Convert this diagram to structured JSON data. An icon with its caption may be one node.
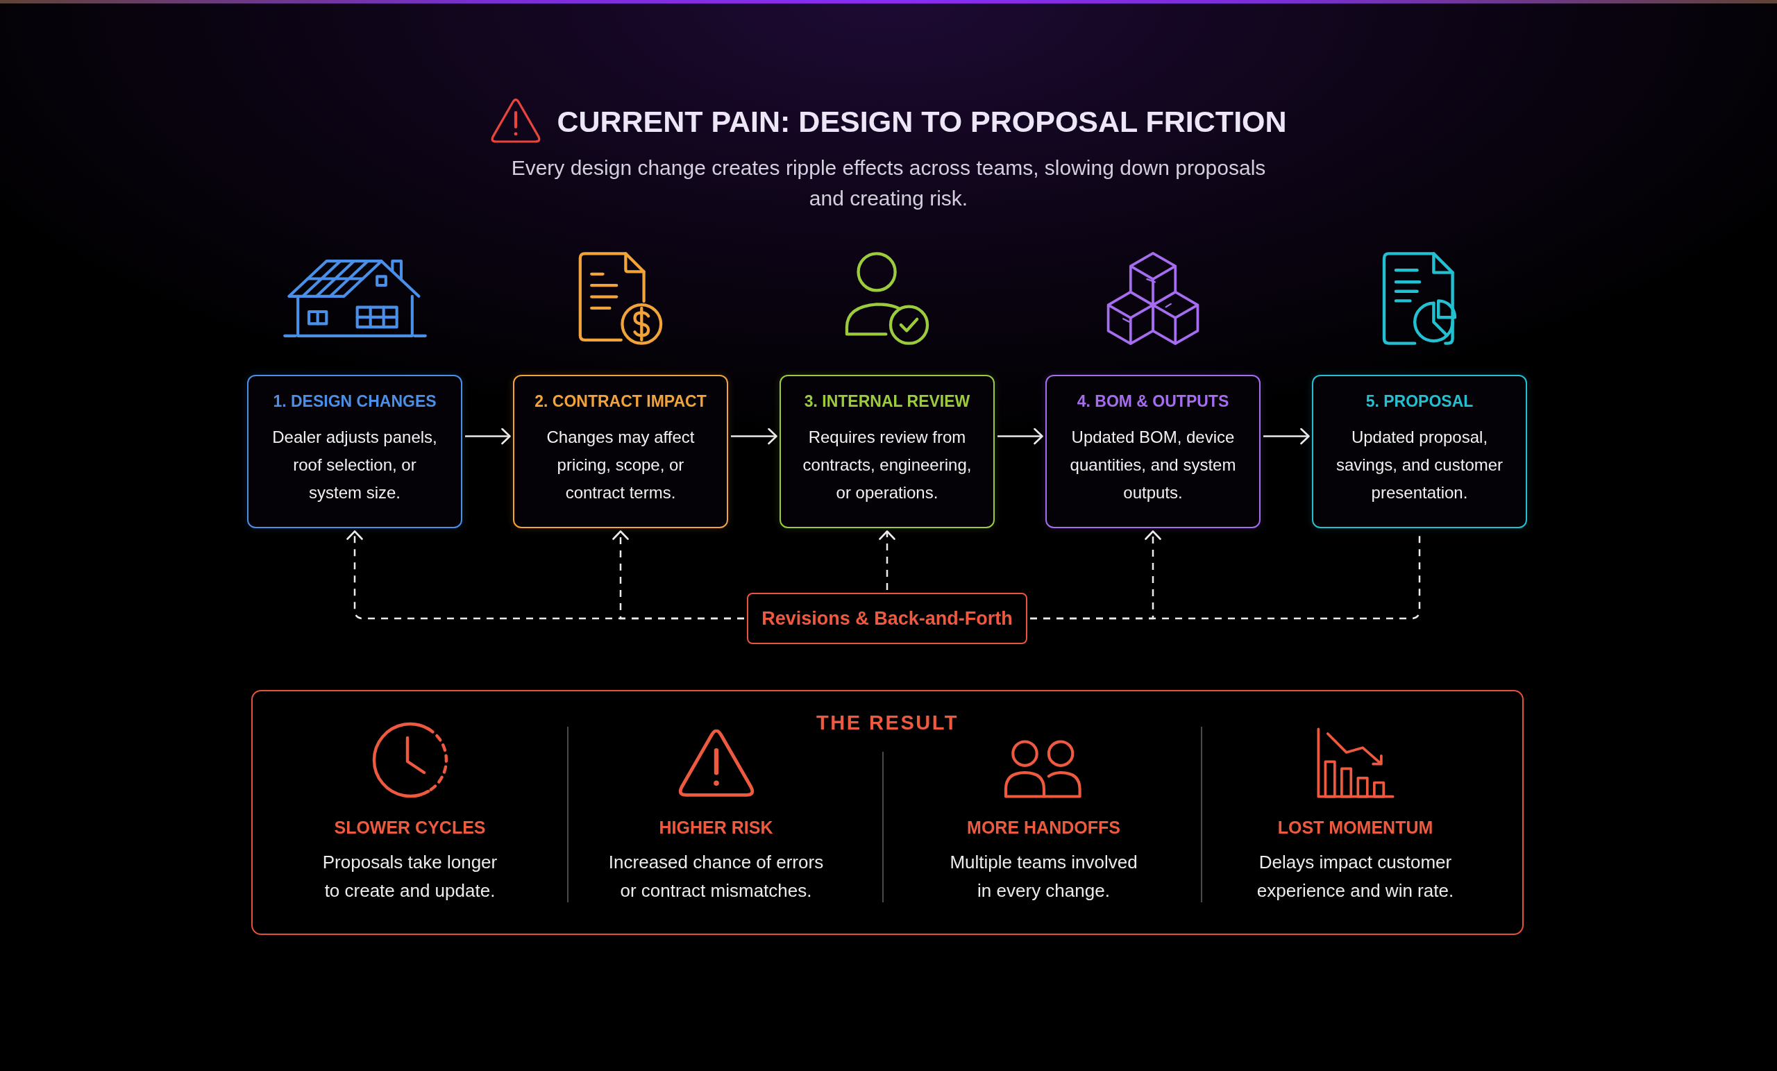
{
  "diagram": {
    "title": "CURRENT PAIN: DESIGN TO PROPOSAL FRICTION",
    "nodes": [
      {
        "text": [
          "1. DESIGN CHANGES",
          "Dealer adjusts panels, roof selection, or system size."
        ]
      },
      {
        "text": [
          "2. CONTRACT IMPACT",
          "Changes may affect pricing, scope, or contract terms."
        ]
      },
      {
        "text": [
          "3. INTERNAL REVIEW",
          "Requires review from contracts, engineering, or operations."
        ]
      },
      {
        "text": [
          "4. BOM & OUTPUTS",
          "Updated BOM, device quantities, and system outputs."
        ]
      },
      {
        "text": [
          "5. PROPOSAL",
          "Updated proposal, savings, and customer presentation."
        ]
      },
      {
        "text": [
          "Revisions & Back-and-Forth"
        ]
      },
      {
        "text": [
          "THE RESULT"
        ]
      },
      {
        "text": [
          "SLOWER CYCLES",
          "Proposals take longer to create and update."
        ],
        "in": 6
      },
      {
        "text": [
          "HIGHER RISK",
          "Increased chance of errors or contract mismatches."
        ],
        "in": 6
      },
      {
        "text": [
          "MORE HANDOFFS",
          "Multiple teams involved in every change."
        ],
        "in": 6
      },
      {
        "text": [
          "LOST MOMENTUM",
          "Delays impact customer experience and win rate."
        ],
        "in": 6
      }
    ],
    "edges": [
      {
        "from": 0,
        "to": 1,
        "arrow": "to"
      },
      {
        "from": 1,
        "to": 2,
        "arrow": "to"
      },
      {
        "from": 2,
        "to": 3,
        "arrow": "to"
      },
      {
        "from": 3,
        "to": 4,
        "arrow": "to"
      },
      {
        "from": 4,
        "to": 5,
        "arrow": "none",
        "style": "dashed"
      },
      {
        "from": 5,
        "to": 0,
        "arrow": "to",
        "style": "dashed"
      },
      {
        "from": 5,
        "to": 1,
        "arrow": "to",
        "style": "dashed"
      },
      {
        "from": 5,
        "to": 2,
        "arrow": "to",
        "style": "dashed"
      },
      {
        "from": 5,
        "to": 3,
        "arrow": "to",
        "style": "dashed"
      }
    ],
    "labels": [
      "Every design change creates ripple effects across teams, slowing down proposals and creating risk."
    ]
  }
}
